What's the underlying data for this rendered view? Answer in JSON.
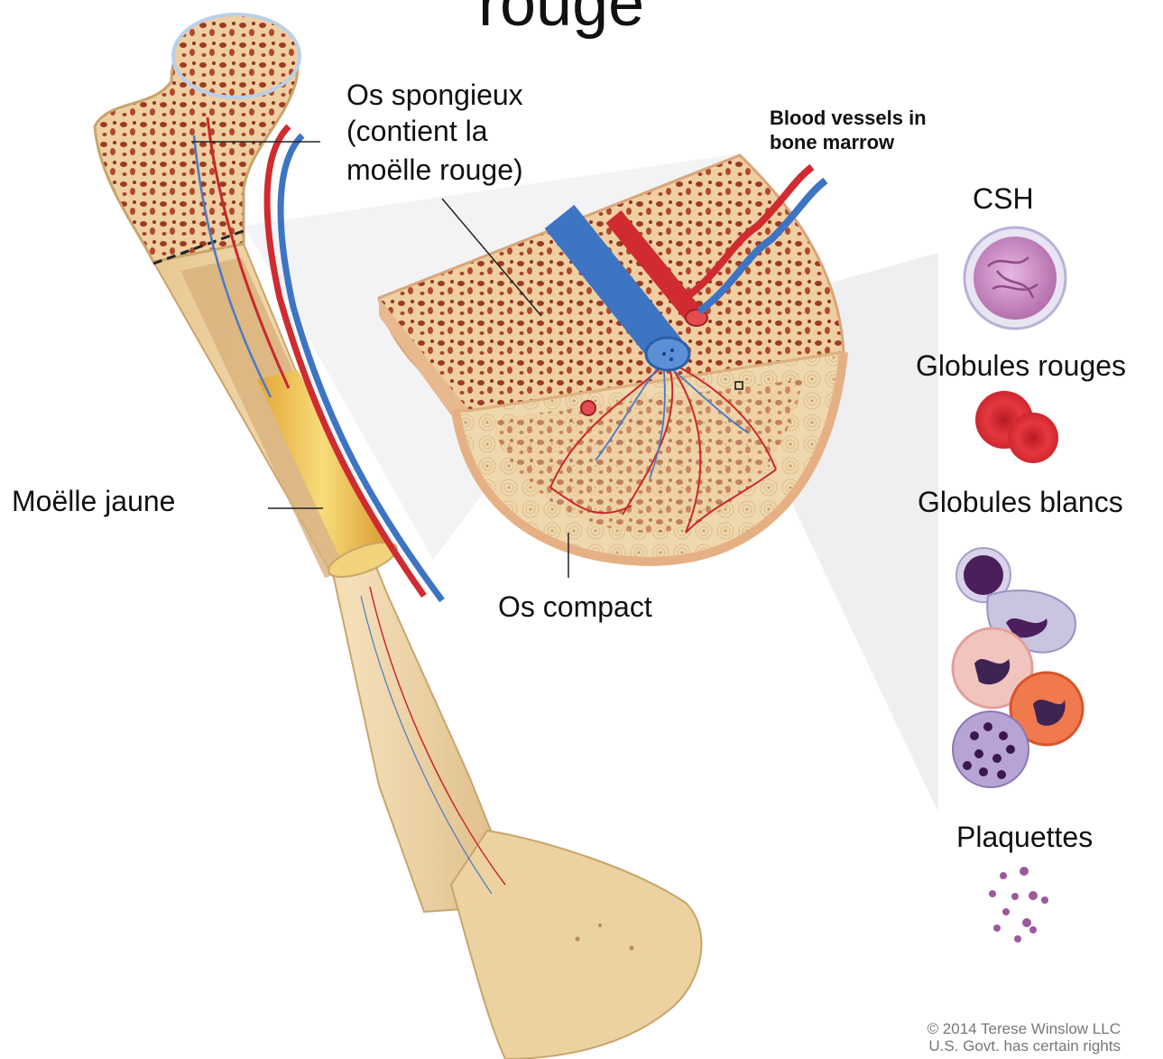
{
  "title": "rouge",
  "labels": {
    "spongy_bone_line1": "Os spongieux",
    "spongy_bone_line2": "(contient la",
    "spongy_bone_line3": "moëlle rouge)",
    "blood_vessels_line1": "Blood vessels in",
    "blood_vessels_line2": "bone marrow",
    "hsc": "CSH",
    "red_cells": "Globules rouges",
    "white_cells": "Globules blancs",
    "platelets": "Plaquettes",
    "yellow_marrow": "Moëlle jaune",
    "compact_bone": "Os compact"
  },
  "copyright": {
    "line1": "© 2014 Terese Winslow LLC",
    "line2": "U.S. Govt. has certain rights"
  },
  "colors": {
    "bone": "#ecd2a3",
    "bone_dark": "#d9b57c",
    "spongy": "#a8452b",
    "artery": "#cf2b30",
    "vein": "#3d74c4",
    "marrow_yellow": "#f0c449",
    "red_cell": "#e03238",
    "hsc": "#c98cc3",
    "white_cell": "#5b2a6e",
    "platelet": "#9c5a9c"
  }
}
